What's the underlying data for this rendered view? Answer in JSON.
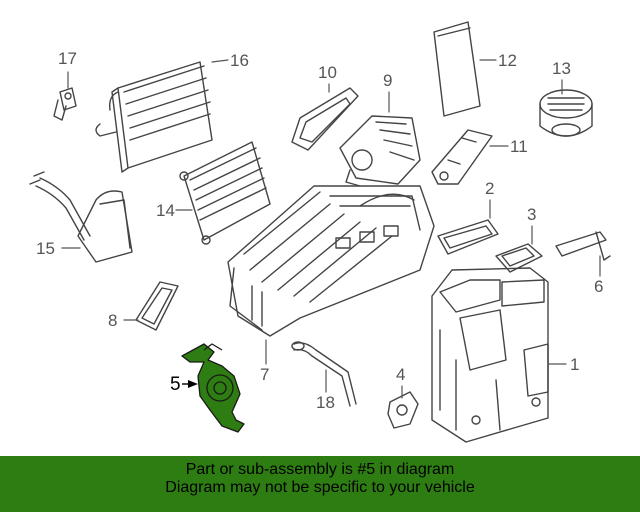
{
  "diagram": {
    "highlight_color": "#2e7d12",
    "highlight_part": "5",
    "callouts": [
      "1",
      "2",
      "3",
      "4",
      "5",
      "6",
      "7",
      "8",
      "9",
      "10",
      "11",
      "12",
      "13",
      "14",
      "15",
      "16",
      "17",
      "18"
    ]
  },
  "banner": {
    "line1": "Part or sub-assembly is #5 in diagram",
    "line2": "Diagram may not be specific to your vehicle",
    "background": "#2e7d12"
  }
}
